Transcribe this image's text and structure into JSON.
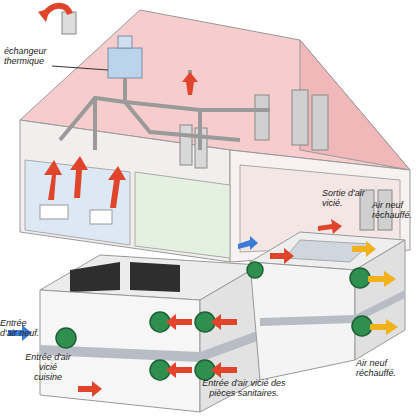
{
  "diagram": {
    "labels": [
      "échangeur thermique",
      "Sortie d'air vicié.",
      "Air neuf réchauffé.",
      "Entrée d'air neuf.",
      "Entrée d'air vicié cuisine",
      "Entrée d'air vicié des pièces sanitaires.",
      "Air neuf réchauffé."
    ]
  }
}
